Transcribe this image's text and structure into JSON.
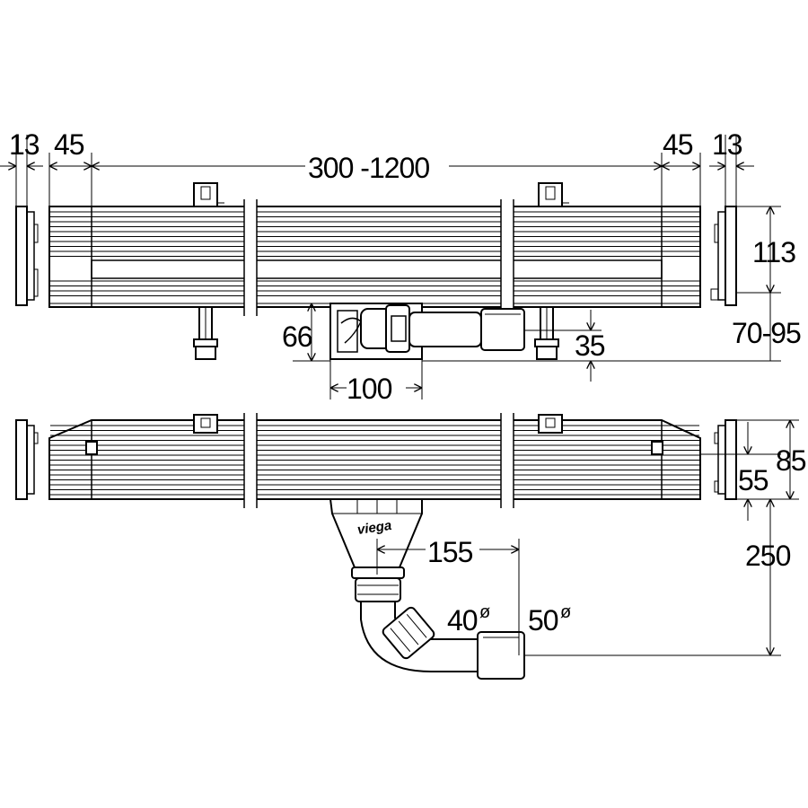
{
  "top_view": {
    "dim_left_13": "13",
    "dim_left_45": "45",
    "dim_length": "300 -1200",
    "dim_right_45": "45",
    "dim_right_13": "13",
    "dim_height_113": "113",
    "dim_height_66": "66",
    "dim_drop_35": "35",
    "dim_range": "70-95",
    "dim_width_100": "100"
  },
  "bottom_view": {
    "logo": "viega",
    "dim_85": "85",
    "dim_55": "55",
    "dim_250": "250",
    "dim_155": "155",
    "dim_pipe_40": "40",
    "dim_pipe_50": "50",
    "diameter_symbol": "ø"
  }
}
